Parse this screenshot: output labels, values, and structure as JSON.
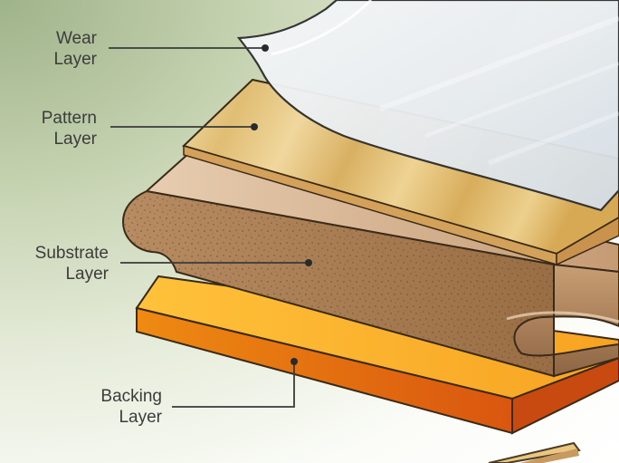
{
  "diagram": {
    "labels": [
      {
        "id": "wear",
        "line1": "Wear",
        "line2": "Layer"
      },
      {
        "id": "pattern",
        "line1": "Pattern",
        "line2": "Layer"
      },
      {
        "id": "substrate",
        "line1": "Substrate",
        "line2": "Layer"
      },
      {
        "id": "backing",
        "line1": "Backing",
        "line2": "Layer"
      }
    ]
  },
  "colors": {
    "wear": "#e8ecef",
    "pattern": "#e8cf8e",
    "substrate": "#a57a55",
    "backing": "#f39a1a",
    "leader_line": "#3a3a3a"
  }
}
